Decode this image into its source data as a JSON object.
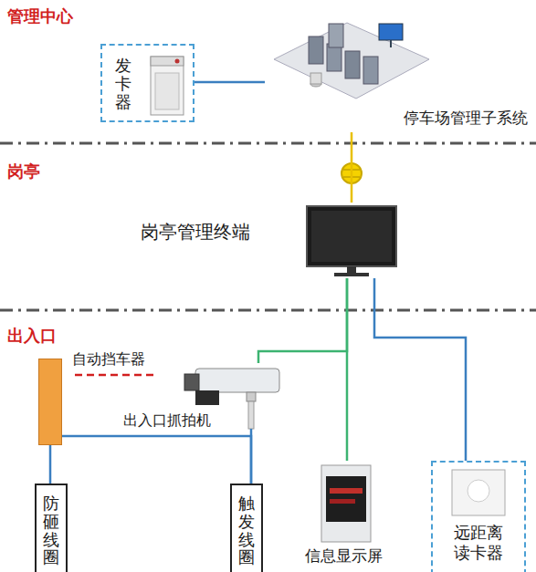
{
  "diagram": {
    "nodes": [
      {
        "text": [
          "发卡器"
        ]
      },
      {
        "text": [
          "停车场管理子系统"
        ]
      },
      {
        "text": [
          "岗亭管理终端"
        ]
      },
      {
        "text": [
          "自动挡车器"
        ]
      },
      {
        "text": [
          "出入口抓拍机"
        ]
      },
      {
        "text": [
          "防砸线圈"
        ]
      },
      {
        "text": [
          "触发线圈"
        ]
      },
      {
        "text": [
          "信息显示屏"
        ]
      },
      {
        "text": [
          "远距离读卡器"
        ]
      }
    ],
    "edges": [
      {
        "from": 0,
        "to": 1,
        "arrow": "none"
      },
      {
        "from": 1,
        "to": 2,
        "arrow": "none"
      },
      {
        "from": 2,
        "to": 4,
        "arrow": "none"
      },
      {
        "from": 2,
        "to": 7,
        "arrow": "none"
      },
      {
        "from": 2,
        "to": 8,
        "arrow": "none"
      },
      {
        "from": 3,
        "to": 5,
        "arrow": "none"
      },
      {
        "from": 3,
        "to": 6,
        "arrow": "none"
      },
      {
        "from": 4,
        "to": 6,
        "arrow": "none"
      }
    ],
    "labels": [
      "管理中心",
      "岗亭",
      "出入口"
    ]
  }
}
